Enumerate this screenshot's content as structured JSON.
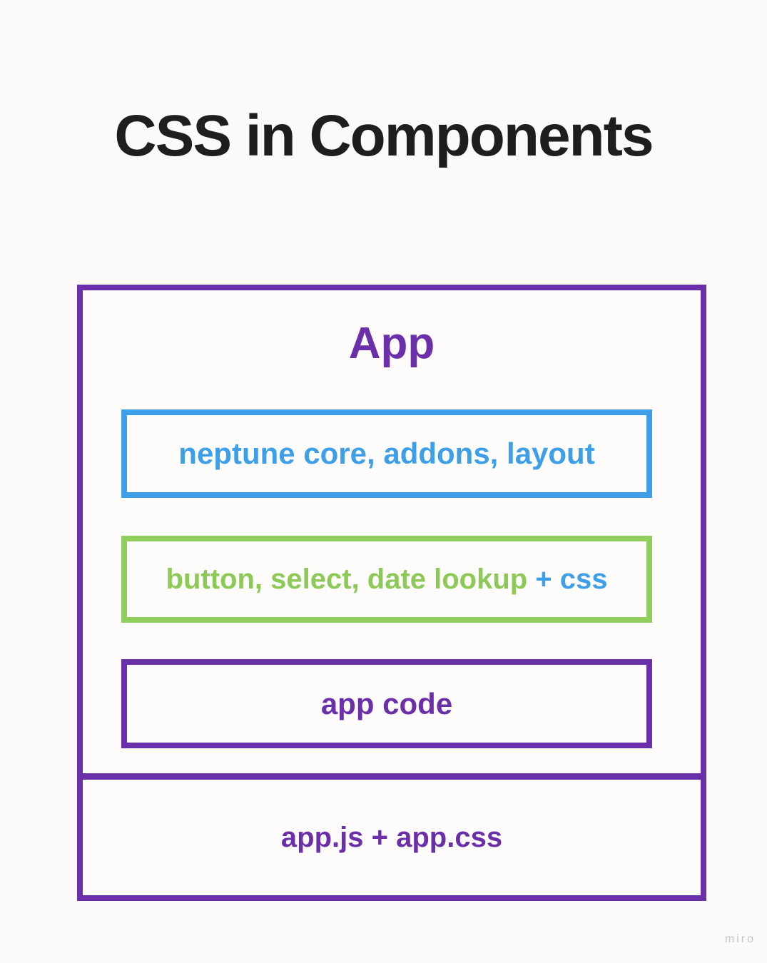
{
  "title": "CSS in Components",
  "diagram": {
    "app": {
      "label": "App",
      "layers": {
        "neptune": {
          "text": "neptune core, addons, layout",
          "color": "#3D9FE8"
        },
        "components": {
          "text": "button, select, date lookup",
          "suffix": "+ css",
          "color": "#8FCE5A",
          "suffix_color": "#3D9FE8"
        },
        "app_code": {
          "text": "app code",
          "color": "#6B2FA9"
        }
      }
    },
    "bundle": {
      "text": "app.js + app.css",
      "color": "#6B2FA9"
    }
  },
  "watermark": "miro",
  "colors": {
    "purple": "#6B2FA9",
    "blue": "#3D9FE8",
    "green": "#8FCE5A",
    "heading": "#1E1E1E",
    "background": "#FBFAF8",
    "watermark_gray": "#C4C6CC"
  }
}
